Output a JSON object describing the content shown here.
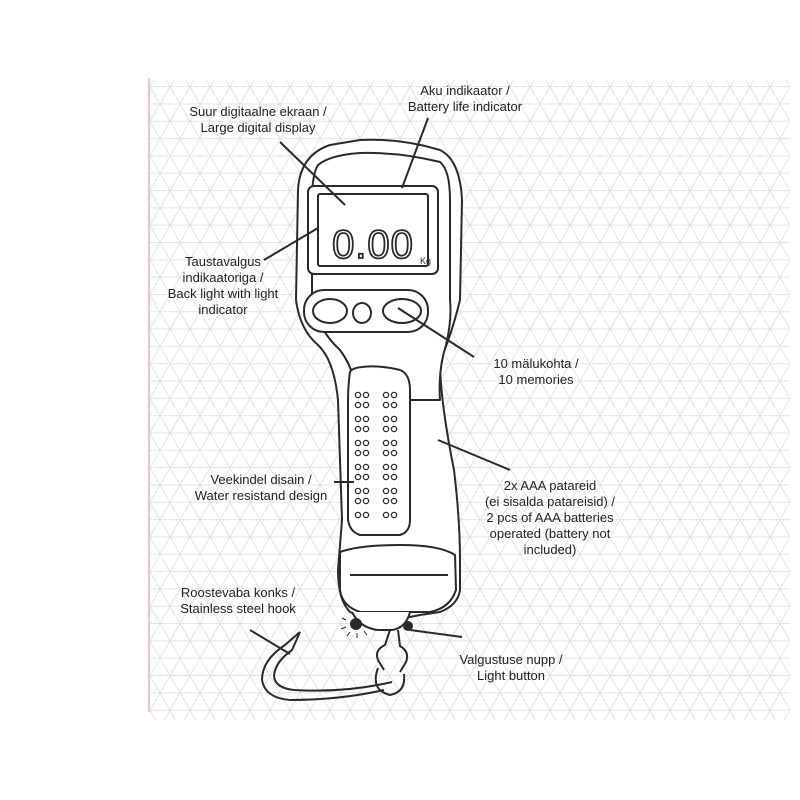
{
  "device": {
    "display_reading": "0.00",
    "display_unit": "Kg"
  },
  "callouts": {
    "large_display": [
      "Suur digitaalne ekraan /",
      "Large digital display"
    ],
    "battery_indicator": [
      "Aku indikaator /",
      "Battery life indicator"
    ],
    "backlight": [
      "Taustavalgus",
      "indikaatoriga /",
      "Back light with light",
      "indicator"
    ],
    "memories": [
      "10 mälukohta /",
      "10 memories"
    ],
    "water_resistant": [
      "Veekindel disain /",
      "Water resistand design"
    ],
    "batteries": [
      "2x AAA patareid",
      "(ei sisalda patareisid) /",
      "2 pcs of AAA batteries",
      "operated (battery not",
      "included)"
    ],
    "hook": [
      "Roostevaba konks /",
      "Stainless steel hook"
    ],
    "light_button": [
      "Valgustuse nupp /",
      "Light button"
    ]
  },
  "colors": {
    "line": "#2a2a2a",
    "pattern": "#e4e4e4",
    "margin_rule": "#e8b0b8"
  },
  "icons": {
    "background": "triangle-lattice-pattern",
    "device": "luggage-scale-illustration"
  }
}
